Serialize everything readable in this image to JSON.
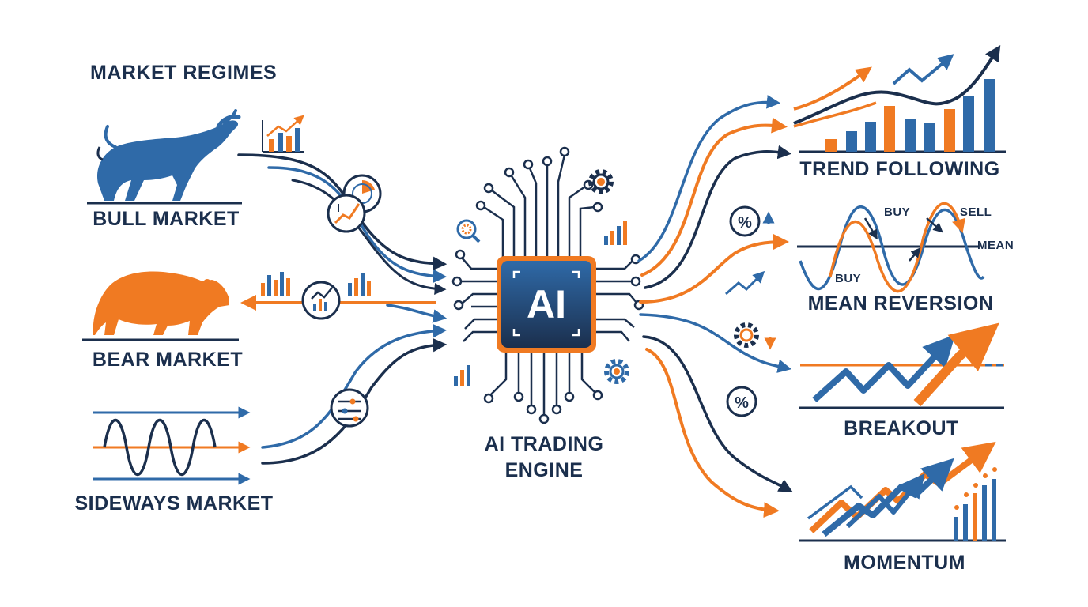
{
  "header": {
    "title": "MARKET REGIMES"
  },
  "regimes": [
    {
      "label": "BULL MARKET",
      "icon": "bull-icon"
    },
    {
      "label": "BEAR MARKET",
      "icon": "bear-icon"
    },
    {
      "label": "SIDEWAYS MARKET",
      "icon": "sideways-wave-icon"
    }
  ],
  "engine": {
    "chip_text": "AI",
    "title_line1": "AI TRADING",
    "title_line2": "ENGINE",
    "icons": [
      "circuit-chip-icon",
      "gear-icon",
      "magnifier-gear-icon",
      "bar-chart-icon"
    ]
  },
  "strategies": [
    {
      "label": "TREND FOLLOWING",
      "icon": "trend-chart-icon"
    },
    {
      "label": "MEAN REVERSION",
      "icon": "mean-reversion-wave-icon",
      "annotations": {
        "buy_top": "BUY",
        "sell": "SELL",
        "mean": "MEAN",
        "buy_bottom": "BUY"
      }
    },
    {
      "label": "BREAKOUT",
      "icon": "breakout-chart-icon"
    },
    {
      "label": "MOMENTUM",
      "icon": "momentum-chart-icon"
    }
  ],
  "badges": {
    "percent": "%"
  },
  "colors": {
    "navy": "#1b2f4d",
    "blue": "#2f6aa8",
    "orange": "#f07a22",
    "text": "#1b2f4d"
  }
}
